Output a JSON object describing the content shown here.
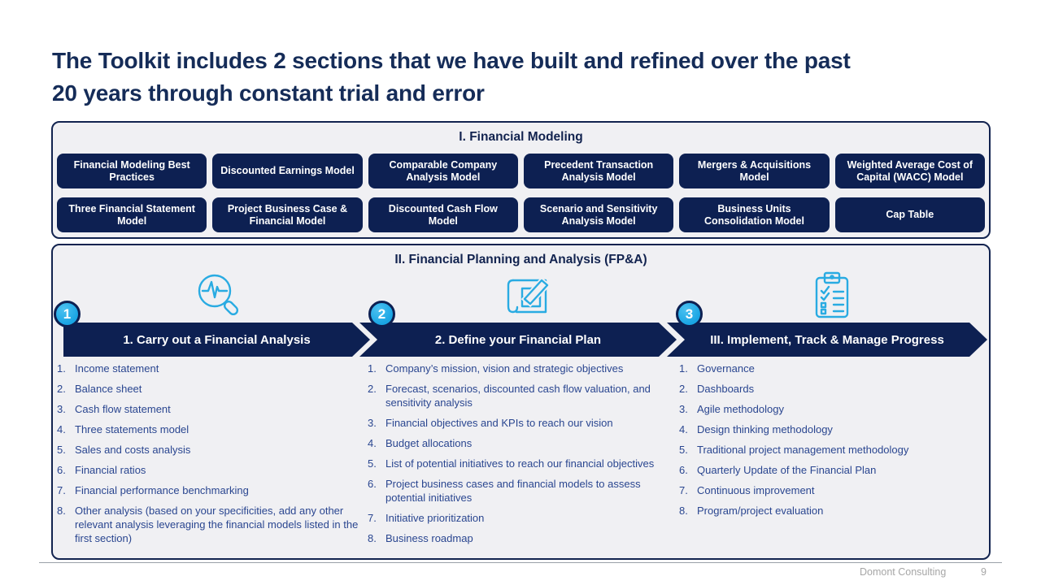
{
  "title": {
    "line1": "The Toolkit includes 2 sections that we have built and refined over the past",
    "line2": "20 years through constant trial and error"
  },
  "section1": {
    "title": "I. Financial Modeling",
    "row1": [
      "Financial Modeling Best Practices",
      "Discounted Earnings Model",
      "Comparable Company Analysis Model",
      "Precedent Transaction Analysis Model",
      "Mergers & Acquisitions Model",
      "Weighted Average Cost of Capital (WACC) Model"
    ],
    "row2": [
      "Three Financial Statement Model",
      "Project Business Case & Financial Model",
      "Discounted Cash Flow Model",
      "Scenario and Sensitivity Analysis Model",
      "Business Units Consolidation Model",
      "Cap Table"
    ]
  },
  "section2": {
    "title": "II. Financial Planning and Analysis (FP&A)",
    "columns": [
      {
        "number": "1",
        "icon": "magnifier-pulse-icon",
        "banner": "1. Carry out a Financial Analysis",
        "items": [
          {
            "n": "1.",
            "t": "Income statement"
          },
          {
            "n": "2.",
            "t": "Balance sheet"
          },
          {
            "n": "3.",
            "t": "Cash flow statement"
          },
          {
            "n": "4.",
            "t": "Three statements model"
          },
          {
            "n": "5.",
            "t": "Sales and costs analysis"
          },
          {
            "n": "6.",
            "t": "Financial ratios"
          },
          {
            "n": "7.",
            "t": "Financial performance benchmarking"
          },
          {
            "n": "8.",
            "t": "Other analysis (based on your specificities, add any other relevant analysis leveraging the financial models listed in the first section)"
          }
        ]
      },
      {
        "number": "2",
        "icon": "blueprint-pencil-icon",
        "banner": "2. Define your Financial Plan",
        "items": [
          {
            "n": "1.",
            "t": "Company’s mission, vision and strategic objectives"
          },
          {
            "n": "2.",
            "t": "Forecast, scenarios, discounted cash flow valuation, and sensitivity analysis"
          },
          {
            "n": "3.",
            "t": "Financial objectives and KPIs to reach our vision"
          },
          {
            "n": "4.",
            "t": "Budget allocations"
          },
          {
            "n": "5.",
            "t": "List of potential initiatives to reach our financial objectives"
          },
          {
            "n": "6.",
            "t": "Project business cases and financial models to assess potential initiatives"
          },
          {
            "n": "7.",
            "t": "Initiative prioritization"
          },
          {
            "n": "8.",
            "t": "Business roadmap"
          }
        ]
      },
      {
        "number": "3",
        "icon": "clipboard-checklist-icon",
        "banner": "III. Implement, Track & Manage Progress",
        "items": [
          {
            "n": "1.",
            "t": "Governance"
          },
          {
            "n": "2.",
            "t": "Dashboards"
          },
          {
            "n": "3.",
            "t": "Agile methodology"
          },
          {
            "n": "4.",
            "t": "Design thinking methodology"
          },
          {
            "n": "5.",
            "t": "Traditional project management methodology"
          },
          {
            "n": "6.",
            "t": "Quarterly Update of the Financial Plan"
          },
          {
            "n": "7.",
            "t": "Continuous improvement"
          },
          {
            "n": "8.",
            "t": "Program/project evaluation"
          }
        ]
      }
    ]
  },
  "footer": {
    "company": "Domont Consulting",
    "page": "9"
  },
  "colors": {
    "navy": "#0d2052",
    "title_navy": "#152c58",
    "accent_blue": "#29abe2",
    "panel_bg": "#f0f0f3",
    "list_text": "#2a4690",
    "footer_text": "#a6a6a6"
  }
}
